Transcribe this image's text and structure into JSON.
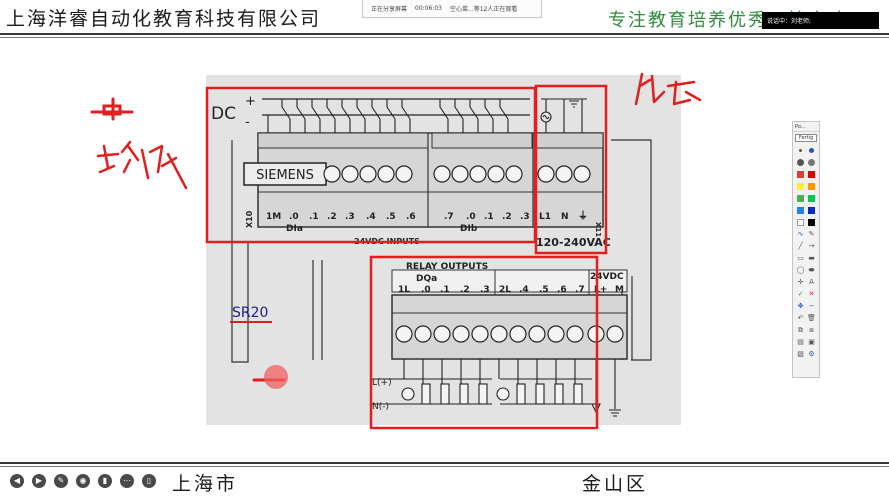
{
  "header": {
    "company": "上海洋睿自动化教育科技有限公司",
    "slogan": "专注教育培养优秀工控人才"
  },
  "share_bar": {
    "status": "正在分享屏幕",
    "duration": "00:06:03",
    "viewers": "空心菜...等12人正在观看"
  },
  "speaking": {
    "label": "说话中：刘老师;"
  },
  "diagram": {
    "dc_label": "DC",
    "dc_plus": "+",
    "dc_minus": "-",
    "brand": "SIEMENS",
    "x10": "X10",
    "x11": "X11",
    "inputs_a": [
      "1M",
      ".0",
      ".1",
      ".2",
      ".3",
      ".4",
      ".5",
      ".6"
    ],
    "inputs_b": [
      ".7",
      ".0",
      ".1",
      ".2",
      ".3"
    ],
    "power_terms": [
      "L1",
      "N"
    ],
    "dia": "DIa",
    "dib": "DIb",
    "inputs_label": "24VDC INPUTS",
    "ac_label": "120-240VAC",
    "relay_label": "RELAY OUTPUTS",
    "dqa": "DQa",
    "outputs_a": [
      "1L",
      ".0",
      ".1",
      ".2",
      ".3"
    ],
    "outputs_b": [
      "2L",
      ".4",
      ".5",
      ".6",
      ".7"
    ],
    "out_power_label": "24VDC",
    "out_power_terms": [
      "L+",
      "M"
    ],
    "lplus": "L(+)",
    "nminus": "N(-)",
    "model": "SR20",
    "note_power": "供电",
    "note_input": "输入"
  },
  "toolbox": {
    "title": "Po...",
    "done": "Fertig",
    "colors": [
      "#e53935",
      "#e00000",
      "#ffeb3b",
      "#ff9800",
      "#4caf50",
      "#00c853",
      "#1e88e5",
      "#0d2bc2",
      "#ffffff",
      "#000000"
    ],
    "tools": [
      "pen-icon",
      "line-icon",
      "arrow-icon",
      "rect-icon",
      "ellipse-icon",
      "text-icon",
      "check-icon",
      "cross-icon",
      "move-icon",
      "undo-icon",
      "delete-icon",
      "save-icon",
      "settings-icon"
    ]
  },
  "footer": {
    "left": "上海市",
    "right": "金山区"
  },
  "controls": [
    "back-icon",
    "play-icon",
    "pen-icon",
    "camera-icon",
    "video-icon",
    "more-icon",
    "phone-icon"
  ]
}
